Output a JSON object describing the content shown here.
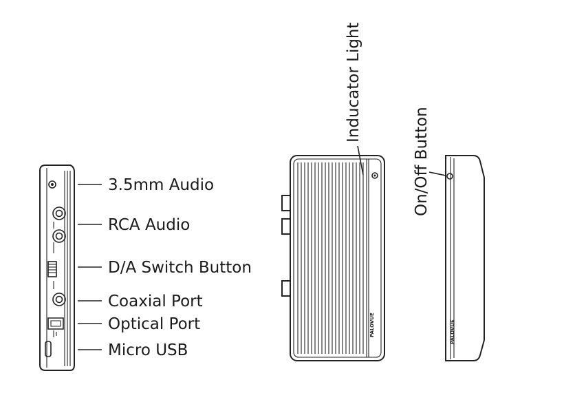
{
  "labels": {
    "audio35": "3.5mm Audio",
    "rca": "RCA Audio",
    "da_switch": "D/A Switch Button",
    "coaxial": "Coaxial Port",
    "optical": "Optical Port",
    "micro_usb": "Micro USB",
    "indicator": "Inducator Light",
    "onoff": "On/Off Button"
  },
  "brand": "PALOVUE"
}
